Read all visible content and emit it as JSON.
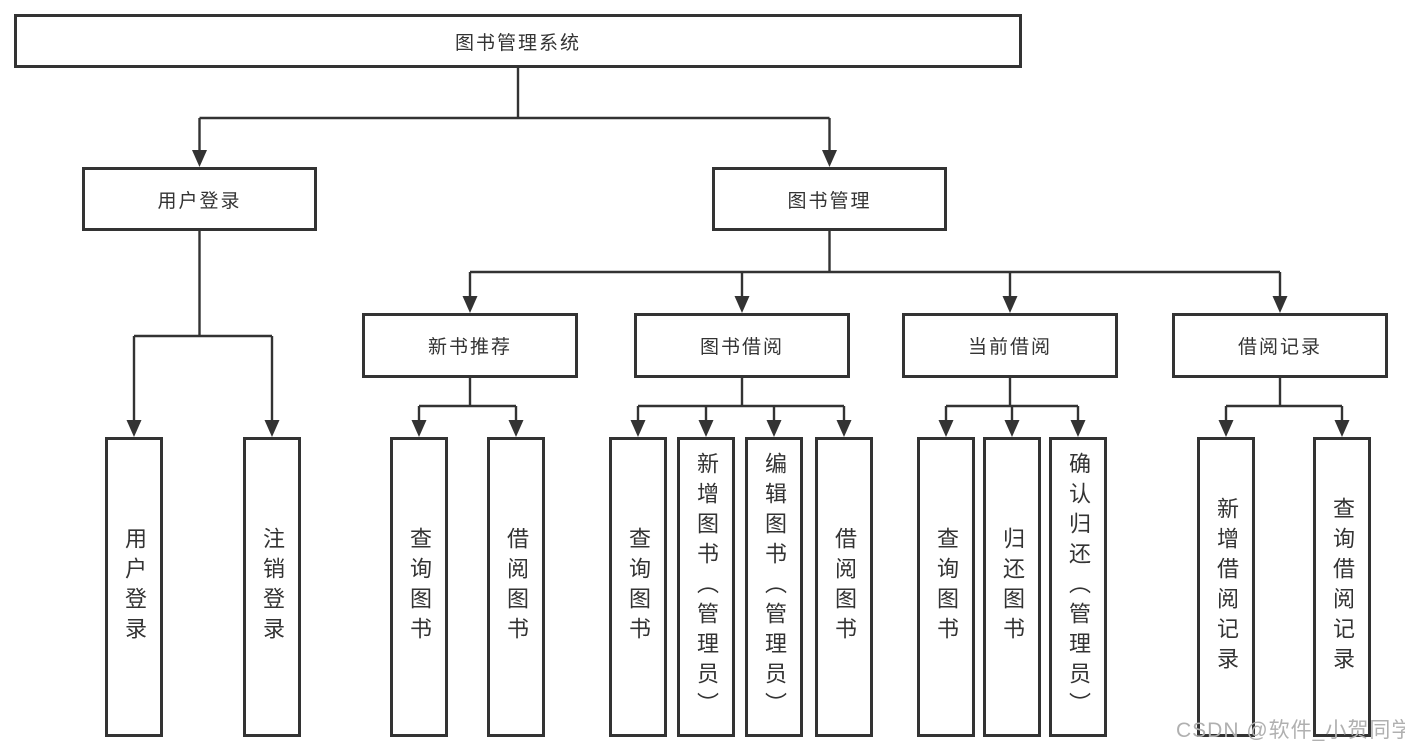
{
  "title": "图书管理系统",
  "watermark": {
    "text": "CSDN @软件_小贺同学",
    "color": "#b0b0b0"
  },
  "colors": {
    "line": "#333333",
    "border": "#333333",
    "text": "#333333",
    "watermark": "#b0b0b0",
    "background": "#ffffff"
  },
  "diagram": {
    "type": "hierarchy-tree",
    "nodes": [
      {
        "id": "root",
        "label": "图书管理系统",
        "orientation": "horizontal"
      },
      {
        "id": "login",
        "label": "用户登录",
        "orientation": "horizontal"
      },
      {
        "id": "mgmt",
        "label": "图书管理",
        "orientation": "horizontal"
      },
      {
        "id": "newbook",
        "label": "新书推荐",
        "orientation": "horizontal"
      },
      {
        "id": "borrow",
        "label": "图书借阅",
        "orientation": "horizontal"
      },
      {
        "id": "current",
        "label": "当前借阅",
        "orientation": "horizontal"
      },
      {
        "id": "records",
        "label": "借阅记录",
        "orientation": "horizontal"
      },
      {
        "id": "login-user",
        "label": "用户登录",
        "orientation": "vertical"
      },
      {
        "id": "login-logout",
        "label": "注销登录",
        "orientation": "vertical"
      },
      {
        "id": "nb-query",
        "label": "查询图书",
        "orientation": "vertical"
      },
      {
        "id": "nb-borrow",
        "label": "借阅图书",
        "orientation": "vertical"
      },
      {
        "id": "bw-query",
        "label": "查询图书",
        "orientation": "vertical"
      },
      {
        "id": "bw-add",
        "label": "新增图书（管理员）",
        "orientation": "vertical"
      },
      {
        "id": "bw-edit",
        "label": "编辑图书（管理员）",
        "orientation": "vertical"
      },
      {
        "id": "bw-borrow",
        "label": "借阅图书",
        "orientation": "vertical"
      },
      {
        "id": "cur-query",
        "label": "查询图书",
        "orientation": "vertical"
      },
      {
        "id": "cur-return",
        "label": "归还图书",
        "orientation": "vertical"
      },
      {
        "id": "cur-confirm",
        "label": "确认归还（管理员）",
        "orientation": "vertical"
      },
      {
        "id": "rec-add",
        "label": "新增借阅记录",
        "orientation": "vertical"
      },
      {
        "id": "rec-query",
        "label": "查询借阅记录",
        "orientation": "vertical"
      }
    ],
    "edges": [
      {
        "from": "root",
        "to": [
          "login",
          "mgmt"
        ]
      },
      {
        "from": "login",
        "to": [
          "login-user",
          "login-logout"
        ]
      },
      {
        "from": "mgmt",
        "to": [
          "newbook",
          "borrow",
          "current",
          "records"
        ]
      },
      {
        "from": "newbook",
        "to": [
          "nb-query",
          "nb-borrow"
        ]
      },
      {
        "from": "borrow",
        "to": [
          "bw-query",
          "bw-add",
          "bw-edit",
          "bw-borrow"
        ]
      },
      {
        "from": "current",
        "to": [
          "cur-query",
          "cur-return",
          "cur-confirm"
        ]
      },
      {
        "from": "records",
        "to": [
          "rec-add",
          "rec-query"
        ]
      }
    ]
  }
}
